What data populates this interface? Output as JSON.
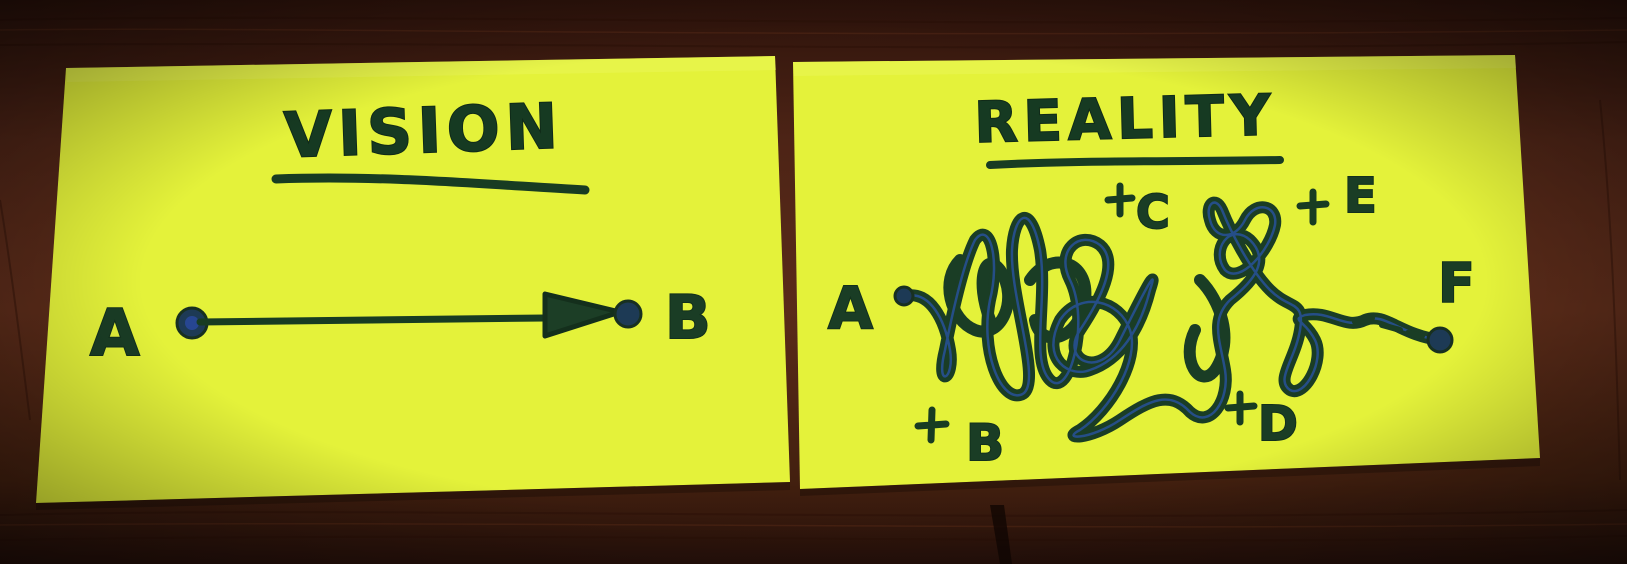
{
  "colors": {
    "note_yellow": "#e6f33c",
    "ink_green": "#1a3d25",
    "ink_blue": "#2b4aa0",
    "table_wood": "#4a2416"
  },
  "vision_note": {
    "title": "VISION",
    "start_label": "A",
    "end_label": "B"
  },
  "reality_note": {
    "title": "REALITY",
    "start_label": "A",
    "end_label": "F",
    "waypoints": {
      "b": "B",
      "c": "C",
      "d": "D",
      "e": "E"
    }
  }
}
